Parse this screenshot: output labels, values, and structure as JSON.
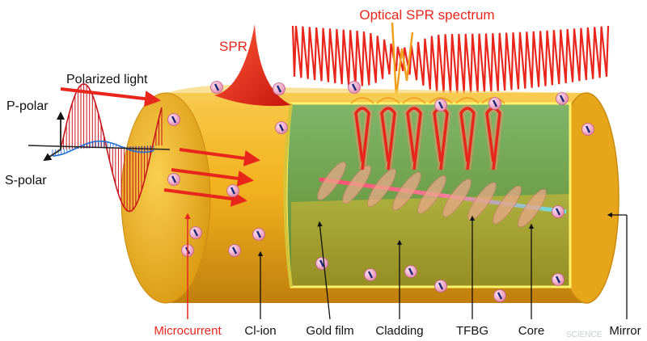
{
  "labels": {
    "spectrum_title": "Optical SPR spectrum",
    "spr": "SPR",
    "polarized_light": "Polarized light",
    "p_polar": "P-polar",
    "s_polar": "S-polar",
    "microcurrent": "Microcurrent",
    "cl_ion": "Cl-ion",
    "gold_film": "Gold film",
    "cladding": "Cladding",
    "tfbg": "TFBG",
    "core": "Core",
    "mirror": "Mirror"
  },
  "watermark": "SCIENCE",
  "colors": {
    "gold": "#f3b21f",
    "gold_dark": "#c98a10",
    "cladding": "#8fb35a",
    "red": "#e8261c",
    "blue": "#1e6fd6",
    "ion": "#f2a7c4",
    "ion_bar": "#1b2a7a",
    "text": "#111111",
    "red_text": "#e8261c"
  }
}
